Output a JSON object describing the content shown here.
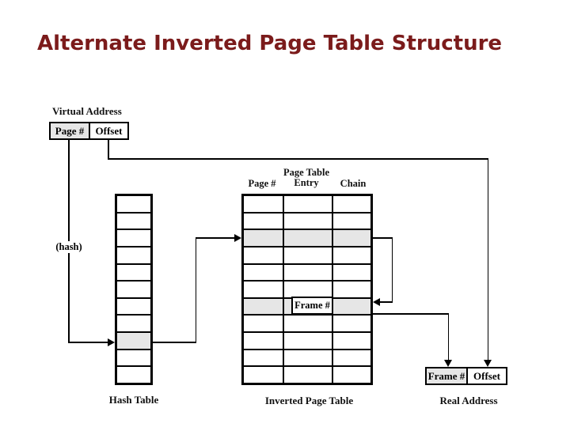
{
  "title": "Alternate Inverted Page Table Structure",
  "colors": {
    "title": "#7b1b1b",
    "shade": "#e6e6e6",
    "line": "#000000"
  },
  "virtual_address": {
    "label": "Virtual Address",
    "page": "Page #",
    "offset": "Offset"
  },
  "hash_function_label": "(hash)",
  "hash_table": {
    "label": "Hash Table",
    "rows": 11,
    "highlighted_row": 9
  },
  "inverted_page_table": {
    "label": "Inverted Page Table",
    "columns": [
      "Page #",
      "Page Table Entry",
      "Chain"
    ],
    "rows": 11,
    "highlighted_rows": [
      3,
      7
    ],
    "frame_pointer_label": "Frame #"
  },
  "real_address": {
    "label": "Real Address",
    "frame": "Frame #",
    "offset": "Offset"
  }
}
